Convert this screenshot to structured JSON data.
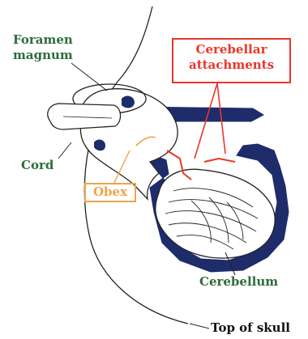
{
  "labels": {
    "foramen_line1": "Foramen",
    "foramen_line2": "magnum",
    "cord": "Cord",
    "attach_line1": "Cerebellar",
    "attach_line2": "attachments",
    "obex": "Obex",
    "cerebellum": "Cerebellum",
    "skull": "Top of skull"
  },
  "colors": {
    "green_label": "#2e6b3a",
    "red_label": "#e8372c",
    "orange_label": "#f0a34a",
    "navy_fill": "#1f2c6b",
    "outline": "#222222"
  }
}
